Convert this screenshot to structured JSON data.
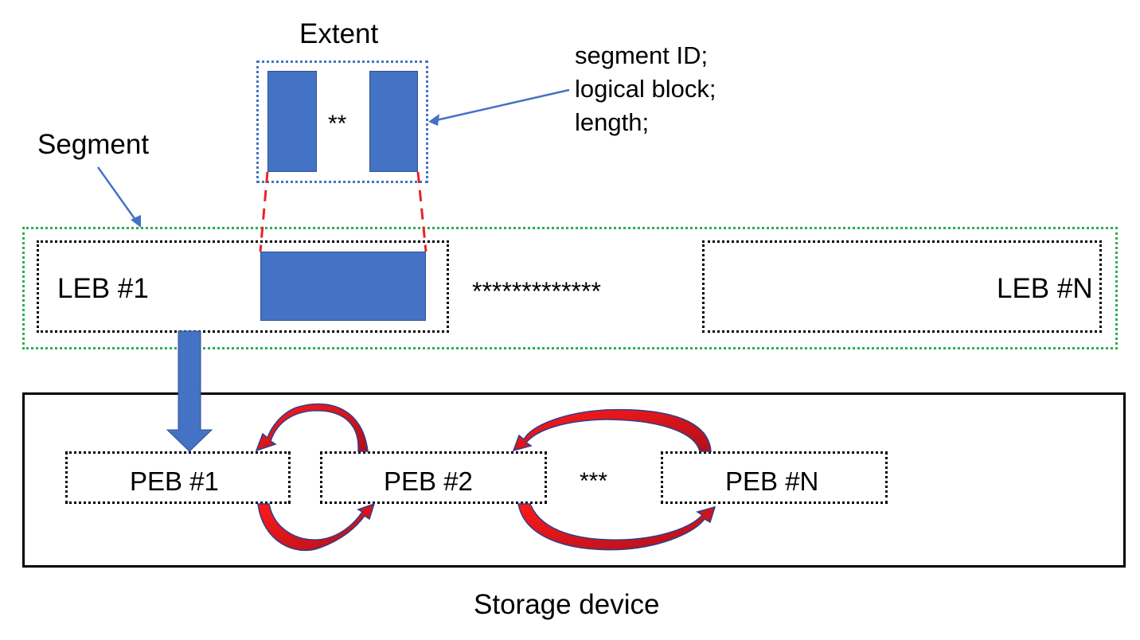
{
  "extent": {
    "title": "Extent",
    "separator": "**",
    "fields": [
      "segment ID;",
      "logical block;",
      "length;"
    ]
  },
  "segment": {
    "title": "Segment",
    "leb_first": "LEB #1",
    "separator": "*************",
    "leb_last": "LEB #N"
  },
  "storage": {
    "title": "Storage device",
    "peb_1": "PEB #1",
    "peb_2": "PEB #2",
    "separator": "***",
    "peb_n": "PEB #N"
  },
  "colors": {
    "block_fill": "#4472c4",
    "segment_border": "#2eae4f",
    "extent_border": "#4472c4",
    "mapping_line": "#e8242a",
    "cycle_arrow": "#e8242a"
  }
}
